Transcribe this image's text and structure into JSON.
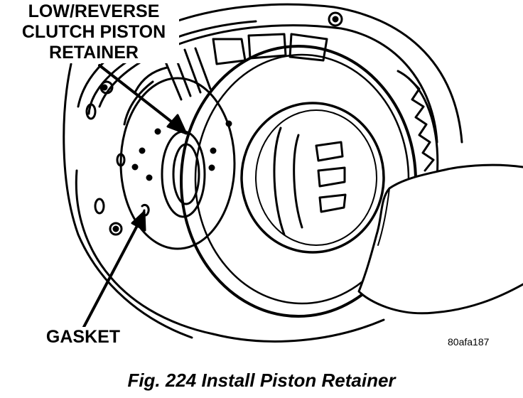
{
  "callouts": {
    "retainer_line1": "LOW/REVERSE",
    "retainer_line2": "CLUTCH PISTON",
    "retainer_line3": "RETAINER",
    "gasket": "GASKET"
  },
  "figure_code": "80afa187",
  "caption": "Fig. 224 Install Piston Retainer"
}
